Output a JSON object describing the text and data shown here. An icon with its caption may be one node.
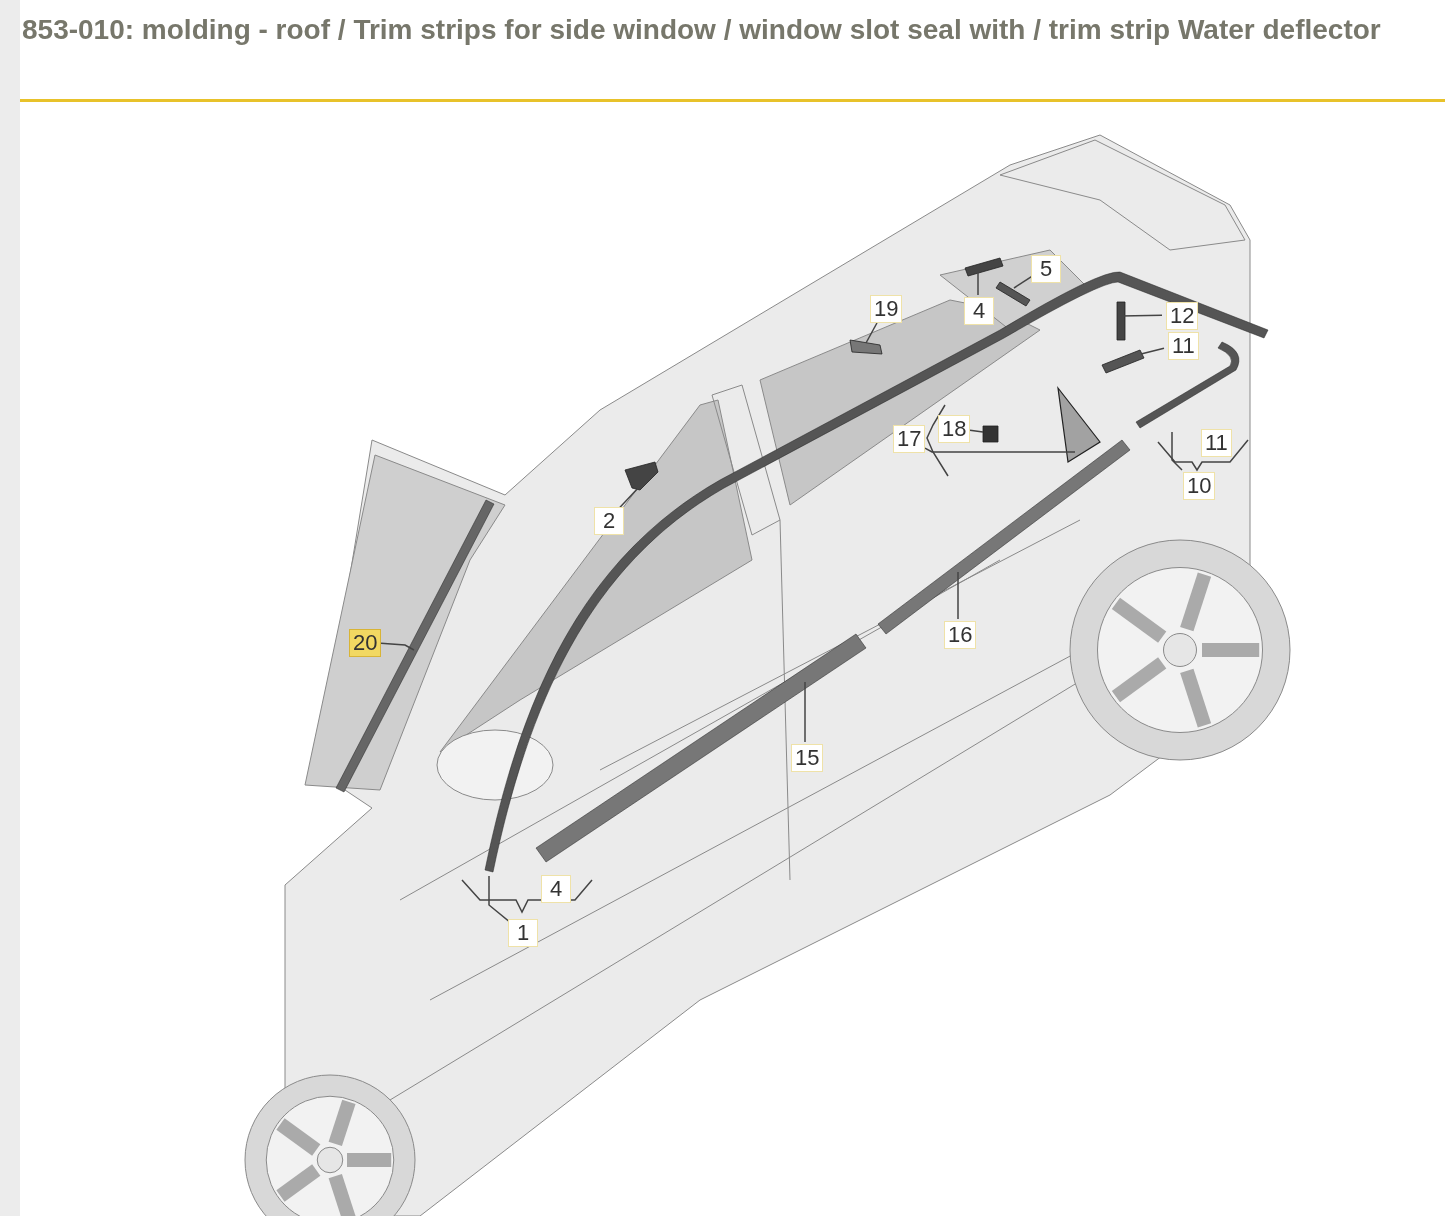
{
  "diagram": {
    "title": "853-010: molding - roof / Trim strips for side window / window slot seal with / trim strip Water deflector",
    "nodes": [
      {
        "text": [
          "5"
        ]
      },
      {
        "text": [
          "4"
        ]
      },
      {
        "text": [
          "19"
        ]
      },
      {
        "text": [
          "12"
        ]
      },
      {
        "text": [
          "11"
        ]
      },
      {
        "text": [
          "17"
        ]
      },
      {
        "text": [
          "18"
        ]
      },
      {
        "text": [
          "11"
        ]
      },
      {
        "text": [
          "10"
        ]
      },
      {
        "text": [
          "2"
        ]
      },
      {
        "text": [
          "20"
        ]
      },
      {
        "text": [
          "16"
        ]
      },
      {
        "text": [
          "15"
        ]
      },
      {
        "text": [
          "4"
        ]
      },
      {
        "text": [
          "1"
        ]
      },
      {
        "text": [],
        "shape": "box"
      },
      {
        "text": [],
        "shape": "box"
      },
      {
        "text": [],
        "shape": "box"
      },
      {
        "text": [],
        "shape": "box"
      },
      {
        "text": [],
        "shape": "box"
      },
      {
        "text": [],
        "shape": "triangle"
      },
      {
        "text": [],
        "shape": "box"
      },
      {
        "text": [],
        "shape": "bar"
      },
      {
        "text": [],
        "shape": "box"
      },
      {
        "text": [],
        "shape": "bar"
      },
      {
        "text": [],
        "shape": "bar"
      },
      {
        "text": [],
        "shape": "bar"
      },
      {
        "text": [],
        "shape": "bar"
      }
    ],
    "edges": [
      {
        "from": 0,
        "to": 15,
        "arrow": "none"
      },
      {
        "from": 1,
        "to": 16,
        "arrow": "none"
      },
      {
        "from": 2,
        "to": 17,
        "arrow": "none"
      },
      {
        "from": 3,
        "to": 18,
        "arrow": "none"
      },
      {
        "from": 4,
        "to": 19,
        "arrow": "none"
      },
      {
        "from": 5,
        "to": 20,
        "arrow": "none"
      },
      {
        "from": 6,
        "to": 21,
        "arrow": "none"
      },
      {
        "from": 8,
        "to": 22,
        "arrow": "none"
      },
      {
        "from": 9,
        "to": 23,
        "arrow": "none"
      },
      {
        "from": 10,
        "to": 24,
        "arrow": "none"
      },
      {
        "from": 11,
        "to": 25,
        "arrow": "none"
      },
      {
        "from": 12,
        "to": 26,
        "arrow": "none"
      },
      {
        "from": 14,
        "to": 27,
        "arrow": "none"
      }
    ]
  }
}
